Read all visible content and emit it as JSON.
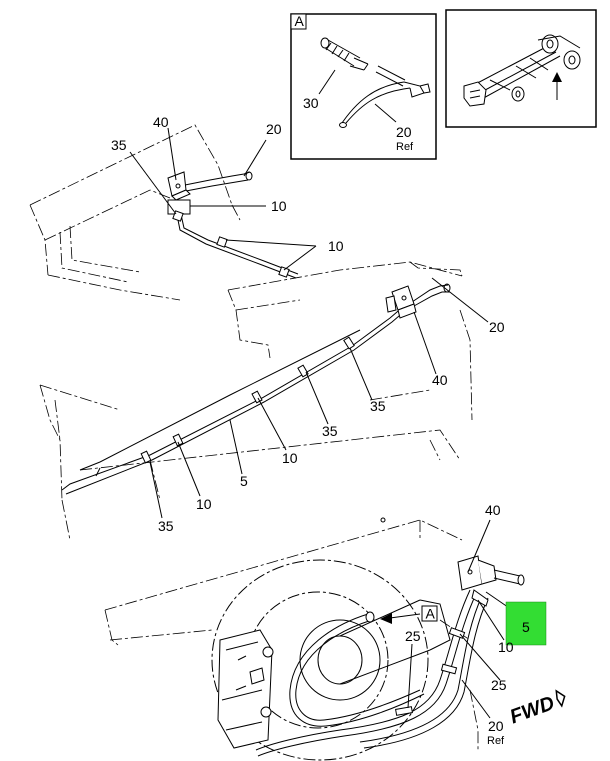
{
  "callouts": {
    "c20_top": "20",
    "c40_top": "40",
    "c35_top": "35",
    "c10_a": "10",
    "c10_b": "10",
    "c20_right": "20",
    "c40_right": "40",
    "c35_right": "35",
    "c35_mid": "35",
    "c10_mid": "10",
    "c5_mid": "5",
    "c10_low": "10",
    "c35_low": "35",
    "c40_bottom": "40",
    "c5_highlight": "5",
    "c10_bottom": "10",
    "c25_left": "25",
    "c25_right": "25",
    "c20_bottom": "20",
    "ref_bottom": "Ref"
  },
  "detail_a": {
    "label": "A",
    "c30": "30",
    "c20": "20",
    "ref": "Ref"
  },
  "view_ref_label": "A",
  "fwd_label": "FWD",
  "colors": {
    "highlight": "#33dd33",
    "line": "#000000"
  }
}
